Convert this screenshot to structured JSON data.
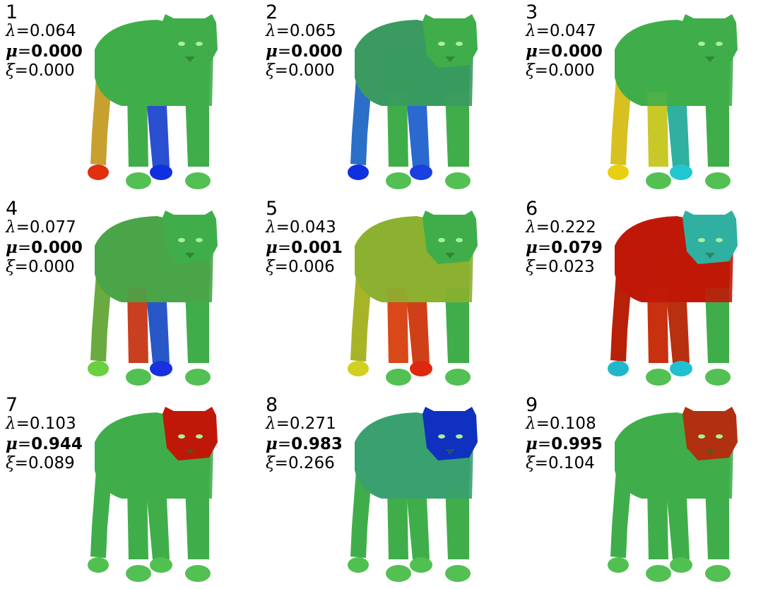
{
  "panels": [
    {
      "index": "1",
      "lambda": "0.064",
      "mu": "0.000",
      "xi": "0.000",
      "colors": {
        "body": "#3fae4a",
        "rear": "#c8a030",
        "frontL": "#3fae4a",
        "frontR": "#2a4fd0",
        "pawRL": "#e03010",
        "pawFR": "#1030e0",
        "tail": "#3fae4a",
        "head": "#3fae4a"
      }
    },
    {
      "index": "2",
      "lambda": "0.065",
      "mu": "0.000",
      "xi": "0.000",
      "colors": {
        "body": "#3a9a60",
        "rear": "#2a70c8",
        "frontL": "#3fae4a",
        "frontR": "#2a6ad0",
        "pawRL": "#1030e0",
        "pawFR": "#1a40e0",
        "tail": "#800a0a",
        "head": "#3fae4a"
      }
    },
    {
      "index": "3",
      "lambda": "0.047",
      "mu": "0.000",
      "xi": "0.000",
      "colors": {
        "body": "#3fae4a",
        "rear": "#d8c020",
        "frontL": "#c8c828",
        "frontR": "#30b0a0",
        "pawRL": "#e8d010",
        "pawFR": "#20c8d0",
        "tail": "#900c0c",
        "head": "#3fae4a"
      }
    },
    {
      "index": "4",
      "lambda": "0.077",
      "mu": "0.000",
      "xi": "0.000",
      "colors": {
        "body": "#4aa448",
        "rear": "#6aaa40",
        "frontL": "#c84020",
        "frontR": "#2858c8",
        "pawRL": "#6ad040",
        "pawFR": "#1830e0",
        "tail": "#3fae4a",
        "head": "#3fae4a"
      }
    },
    {
      "index": "5",
      "lambda": "0.043",
      "mu": "0.001",
      "xi": "0.006",
      "colors": {
        "body": "#8cb030",
        "rear": "#a8b428",
        "frontL": "#d84818",
        "frontR": "#d04018",
        "pawRL": "#d0d020",
        "pawFR": "#e02810",
        "tail": "#9cb030",
        "head": "#3fae4a"
      }
    },
    {
      "index": "6",
      "lambda": "0.222",
      "mu": "0.079",
      "xi": "0.023",
      "colors": {
        "body": "#c01808",
        "rear": "#b82008",
        "frontL": "#c83010",
        "frontR": "#b83010",
        "pawRL": "#20b8c8",
        "pawFR": "#20c0d0",
        "tail": "#0a2a90",
        "head": "#30b0a0"
      }
    },
    {
      "index": "7",
      "lambda": "0.103",
      "mu": "0.944",
      "xi": "0.089",
      "colors": {
        "body": "#3fae4a",
        "rear": "#3fae4a",
        "frontL": "#3fae4a",
        "frontR": "#3fae4a",
        "pawRL": "#50c050",
        "pawFR": "#50c050",
        "tail": "#3fae4a",
        "head": "#c01808"
      }
    },
    {
      "index": "8",
      "lambda": "0.271",
      "mu": "0.983",
      "xi": "0.266",
      "colors": {
        "body": "#3aa070",
        "rear": "#3fae4a",
        "frontL": "#3fae4a",
        "frontR": "#3fae4a",
        "pawRL": "#50c050",
        "pawFR": "#50c050",
        "tail": "#3fae4a",
        "head": "#1030c0"
      }
    },
    {
      "index": "9",
      "lambda": "0.108",
      "mu": "0.995",
      "xi": "0.104",
      "colors": {
        "body": "#3fae4a",
        "rear": "#3fae4a",
        "frontL": "#3fae4a",
        "frontR": "#3fae4a",
        "pawRL": "#50c050",
        "pawFR": "#50c050",
        "tail": "#3fae4a",
        "head": "#b03010"
      }
    }
  ]
}
